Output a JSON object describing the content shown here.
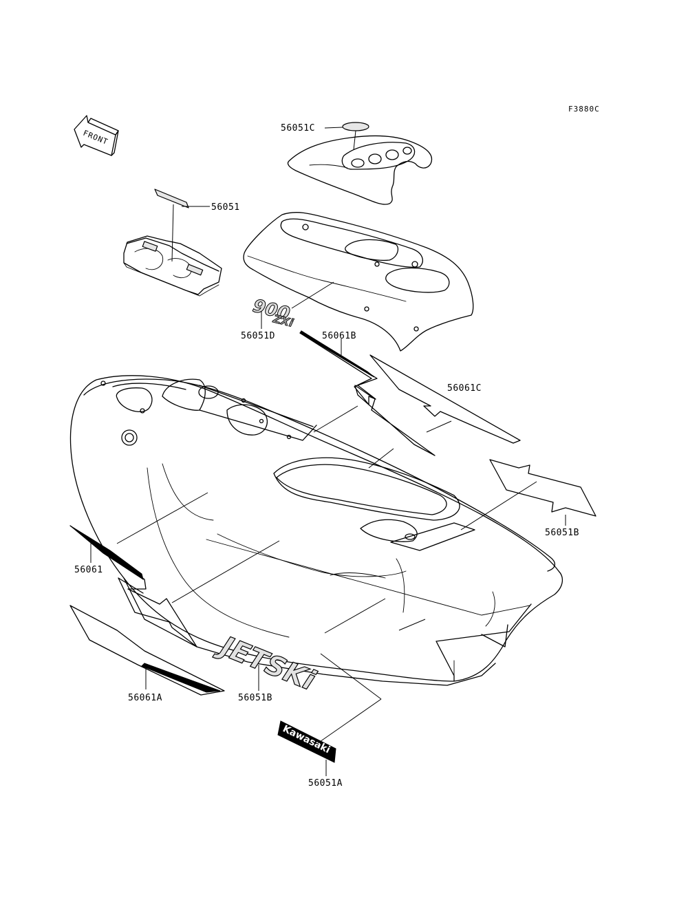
{
  "figure_id": "F3880C",
  "front_arrow_text": "FRONT",
  "callouts": {
    "c_56051C": "56051C",
    "c_56051": "56051",
    "c_56051D": "56051D",
    "c_56061B": "56061B",
    "c_56061C": "56061C",
    "c_56051B_right": "56051B",
    "c_56061": "56061",
    "c_56061A": "56061A",
    "c_56051B_bottom": "56051B",
    "c_56051A": "56051A"
  },
  "decal_text": {
    "jetski": "JETSKi",
    "kawasaki": "Kawasaki",
    "model_900": "900",
    "model_zxi": "ZXi"
  }
}
